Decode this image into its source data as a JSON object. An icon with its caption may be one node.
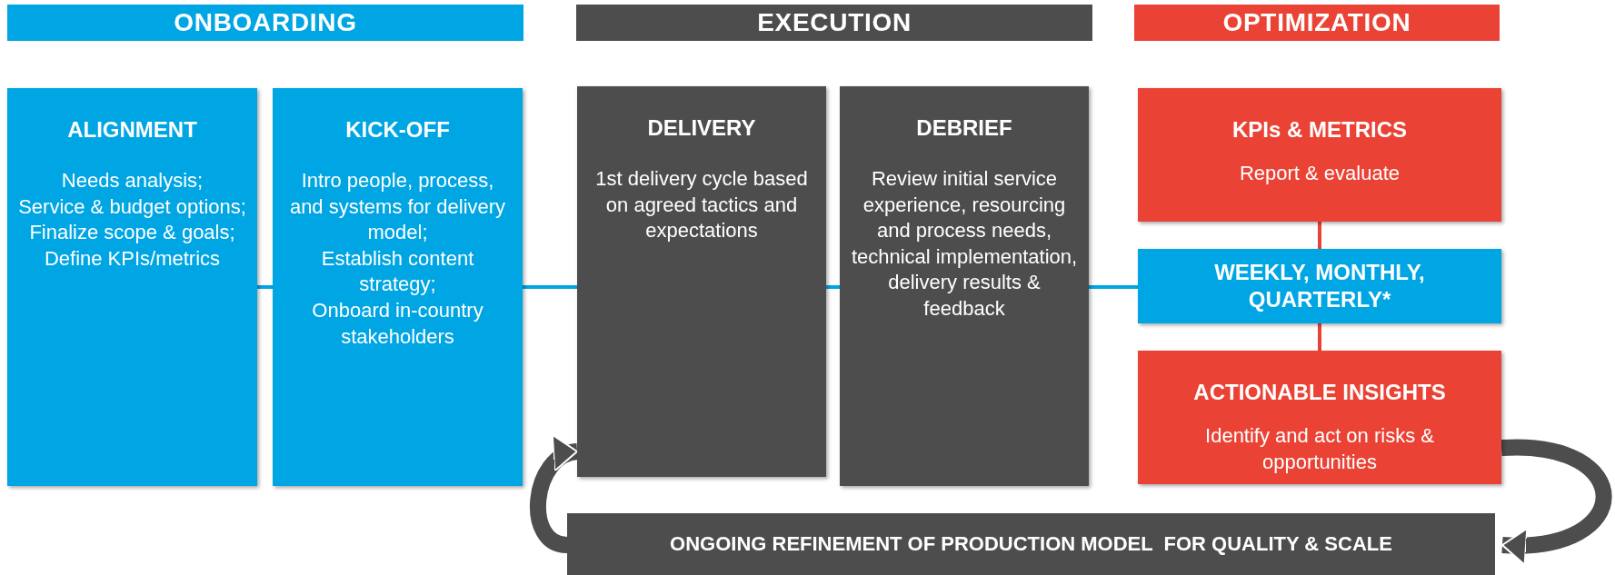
{
  "diagram": {
    "nodes": [
      {
        "text": [
          "ONBOARDING"
        ]
      },
      {
        "text": [
          "EXECUTION"
        ]
      },
      {
        "text": [
          "OPTIMIZATION"
        ]
      },
      {
        "text": [
          "ALIGNMENT",
          "Needs analysis;",
          "Service & budget options;",
          "Finalize scope & goals;",
          "Define KPIs/metrics"
        ]
      },
      {
        "text": [
          "KICK-OFF",
          "Intro people, process, and systems for delivery model;",
          "Establish content strategy;",
          "Onboard in-country stakeholders"
        ]
      },
      {
        "text": [
          "DELIVERY",
          "1st delivery cycle based on agreed tactics and expectations"
        ]
      },
      {
        "text": [
          "DEBRIEF",
          "Review initial service experience, resourcing and process needs, technical implementation, delivery results & feedback"
        ]
      },
      {
        "text": [
          "KPIs & METRICS",
          "Report & evaluate"
        ]
      },
      {
        "text": [
          "WEEKLY, MONTHLY, QUARTERLY*"
        ]
      },
      {
        "text": [
          "ACTIONABLE INSIGHTS",
          "Identify and act on risks & opportunities"
        ]
      },
      {
        "text": [
          "ONGOING REFINEMENT OF PRODUCTION MODEL  FOR QUALITY & SCALE"
        ]
      }
    ],
    "edges": [
      {
        "from": 3,
        "to": 4,
        "arrow": "none"
      },
      {
        "from": 4,
        "to": 5,
        "arrow": "none"
      },
      {
        "from": 5,
        "to": 6,
        "arrow": "none"
      },
      {
        "from": 6,
        "to": 8,
        "arrow": "none"
      },
      {
        "from": 7,
        "to": 8,
        "arrow": "none",
        "color": "#ea4335"
      },
      {
        "from": 8,
        "to": 9,
        "arrow": "none",
        "color": "#ea4335"
      },
      {
        "from": 9,
        "to": 10,
        "arrow": "to",
        "style": "thick",
        "color": "#4d4d4d"
      },
      {
        "from": 10,
        "to": 5,
        "arrow": "to",
        "style": "thick",
        "color": "#4d4d4d"
      }
    ]
  }
}
